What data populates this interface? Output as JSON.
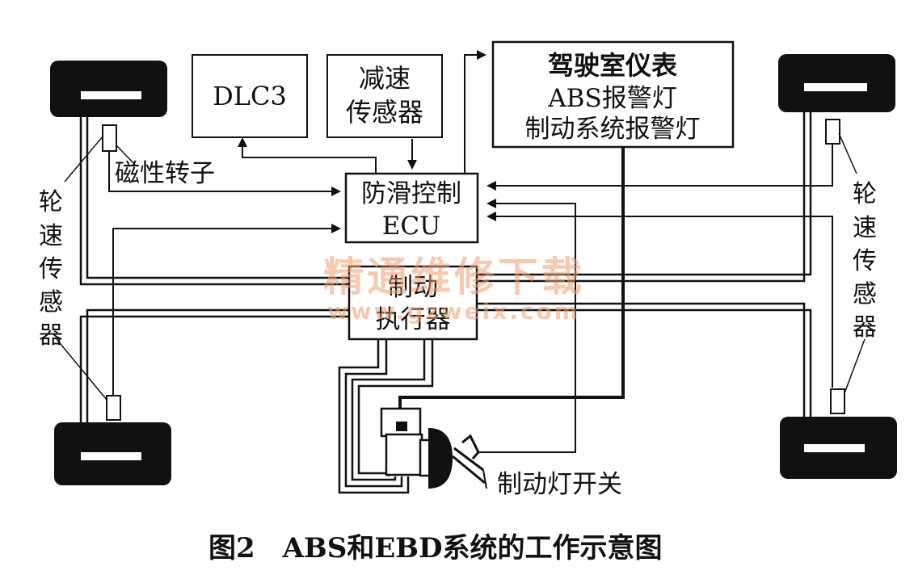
{
  "boxes": {
    "dlc3": "DLC3",
    "decel_sensor": [
      "减速",
      "传感器"
    ],
    "instrument": [
      "驾驶室仪表",
      "ABS报警灯",
      "制动系统报警灯"
    ],
    "ecu": [
      "防滑控制",
      "ECU"
    ],
    "actuator": [
      "制动",
      "执行器"
    ]
  },
  "labels": {
    "magnetic_rotor": "磁性转子",
    "wheel_sensor_left": [
      "轮",
      "速",
      "传",
      "感",
      "器"
    ],
    "wheel_sensor_right": [
      "轮",
      "速",
      "传",
      "感",
      "器"
    ],
    "brake_light_switch": "制动灯开关"
  },
  "caption": "图2　ABS和EBD系统的工作示意图",
  "watermark": {
    "title": "精通维修下载",
    "url": "www.gzweix.com"
  }
}
